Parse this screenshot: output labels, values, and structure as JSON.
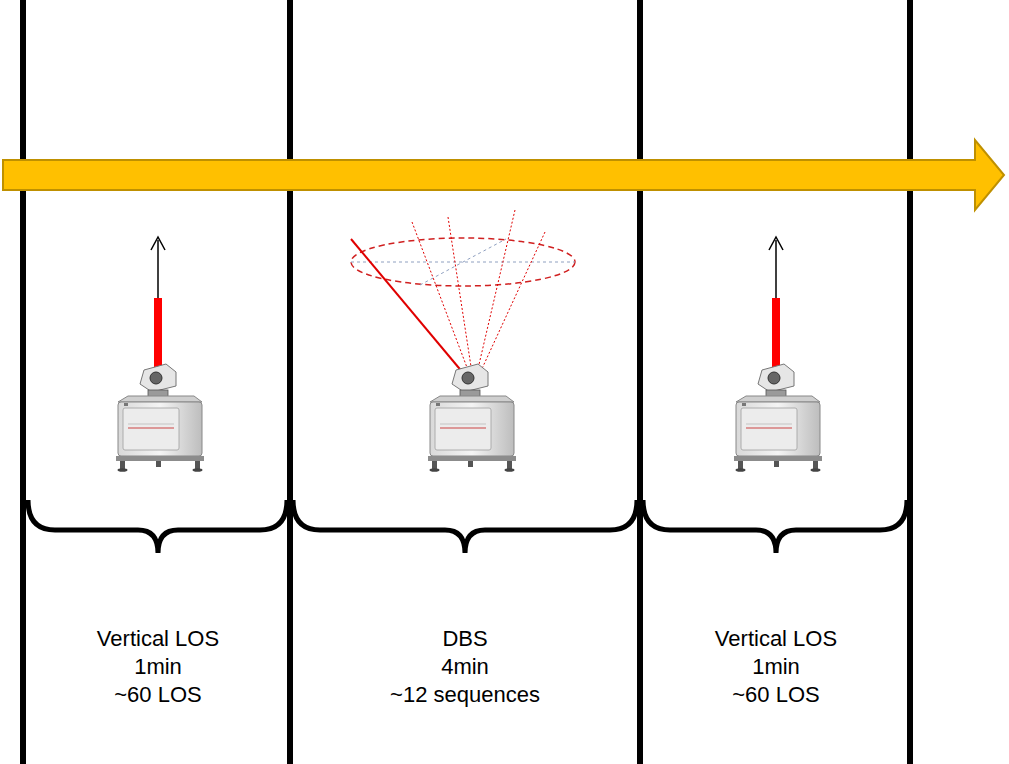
{
  "diagram": {
    "labels": [
      "Vertical LOS",
      "1min",
      "~60 LOS",
      "DBS",
      "4min",
      "~12 sequences",
      "Vertical LOS",
      "1min",
      "~60 LOS"
    ]
  }
}
